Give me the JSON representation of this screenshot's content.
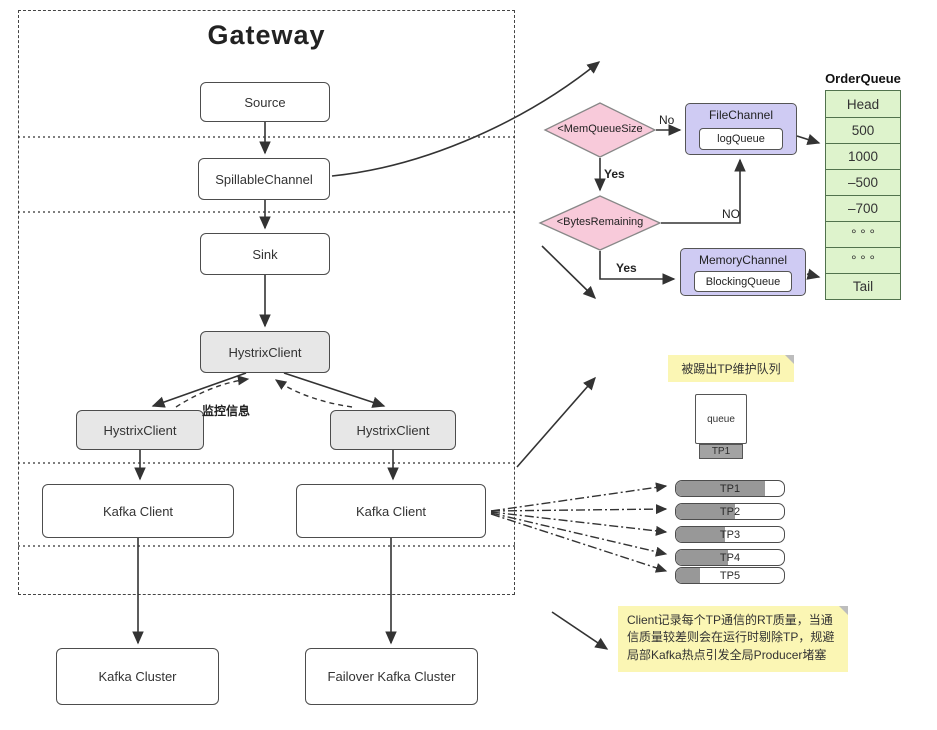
{
  "gateway": {
    "title": "Gateway",
    "source": "Source",
    "spillable_channel": "SpillableChannel",
    "sink": "Sink",
    "hystrix_top": "HystrixClient",
    "hystrix_left": "HystrixClient",
    "hystrix_right": "HystrixClient",
    "kafka_client_left": "Kafka Client",
    "kafka_client_right": "Kafka Client",
    "monitor_label": "监控信息"
  },
  "clusters": {
    "kafka_cluster": "Kafka Cluster",
    "failover_cluster": "Failover Kafka Cluster"
  },
  "spill_flow": {
    "mem_queue_check": "<MemQueueSize",
    "bytes_check": "<BytesRemaining",
    "label_no_1": "No",
    "label_yes_1": "Yes",
    "label_no_2": "NO",
    "label_yes_2": "Yes",
    "file_channel_title": "FileChannel",
    "log_queue": "logQueue",
    "memory_channel_title": "MemoryChannel",
    "blocking_queue": "BlockingQueue"
  },
  "order_queue": {
    "title": "OrderQueue",
    "rows": [
      "Head",
      "500",
      "1000",
      "–500",
      "–700",
      "° ° °",
      "° ° °",
      "Tail"
    ]
  },
  "tp_section": {
    "kicked_note": "被踢出TP维护队列",
    "queue_label": "queue",
    "queue_tp_label": "TP1",
    "bars": [
      {
        "label": "TP1",
        "fill_style": "width:82%"
      },
      {
        "label": "TP2",
        "fill_style": "width:55%"
      },
      {
        "label": "TP3",
        "fill_style": "width:45%"
      },
      {
        "label": "TP4",
        "fill_style": "width:48%"
      },
      {
        "label": "TP5",
        "fill_style": "width:22%"
      }
    ],
    "rt_note": "Client记录每个TP通信的RT质量，当通信质量较差则会在运行时剔除TP，规避局部Kafka热点引发全局Producer堵塞"
  },
  "colors": {
    "diamond_fill": "#f8cada",
    "channel_fill": "#cfcbf3",
    "queue_fill": "#def3cc",
    "note_fill": "#fbf6b4",
    "node_gray": "#e7e7e7",
    "bar_fill": "#989898"
  }
}
